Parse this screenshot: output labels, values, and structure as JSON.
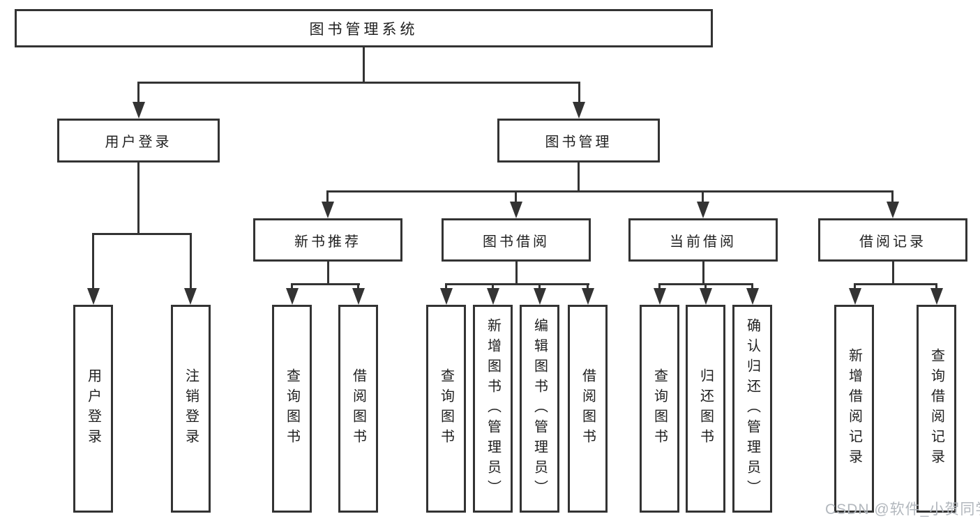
{
  "title": "图书管理系统",
  "level2": {
    "user_login": "用户登录",
    "book_management": "图书管理"
  },
  "level3": {
    "new_book_recommend": "新书推荐",
    "book_borrowing": "图书借阅",
    "current_borrowing": "当前借阅",
    "borrowing_records": "借阅记录"
  },
  "leaves": {
    "user_login": [
      "用户登录",
      "注销登录"
    ],
    "new_book_recommend": [
      "查询图书",
      "借阅图书"
    ],
    "book_borrowing": [
      "查询图书",
      "新增图书（管理员）",
      "编辑图书（管理员）",
      "借阅图书"
    ],
    "current_borrowing": [
      "查询图书",
      "归还图书",
      "确认归还（管理员）"
    ],
    "borrowing_records": [
      "新增借阅记录",
      "查询借阅记录"
    ]
  },
  "watermark": "CSDN @软件_小贺同学",
  "colors": {
    "line": "#333333",
    "text": "#1f1f1f",
    "watermark": "#b2b7bd",
    "background": "#ffffff"
  },
  "chart_type": "org-tree-diagram"
}
